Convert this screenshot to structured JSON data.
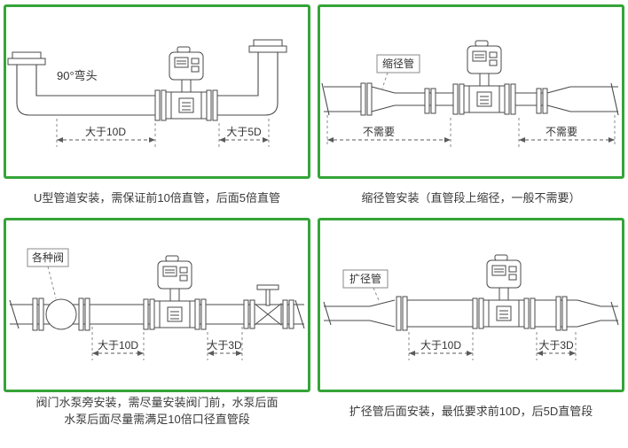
{
  "colors": {
    "panel_border": "#35a438",
    "diagram_line": "#4a4a4a",
    "text": "#3a3a3a"
  },
  "panels": [
    {
      "id": "u-pipe",
      "caption": "U型管道安装，需保证前10倍直管，后面5倍直管",
      "labels": {
        "elbow": "90°弯头",
        "dim_left": "大于10D",
        "dim_right": "大于5D"
      }
    },
    {
      "id": "reducer",
      "caption": "缩径管安装（直管段上缩径，一般不需要）",
      "labels": {
        "tag": "缩径管",
        "dim_left": "不需要",
        "dim_right": "不需要"
      }
    },
    {
      "id": "valves",
      "caption_line1": "阀门水泵旁安装，需尽量安装阀门前，水泵后面",
      "caption_line2": "水泵后面尽量需满足10倍口径直管段",
      "labels": {
        "tag": "各种阀",
        "dim_left": "大于10D",
        "dim_right": "大于3D"
      }
    },
    {
      "id": "expander",
      "caption": "扩径管后面安装，最低要求前10D，后5D直管段",
      "labels": {
        "tag": "扩径管",
        "dim_left": "大于10D",
        "dim_right": "大于3D"
      }
    }
  ]
}
